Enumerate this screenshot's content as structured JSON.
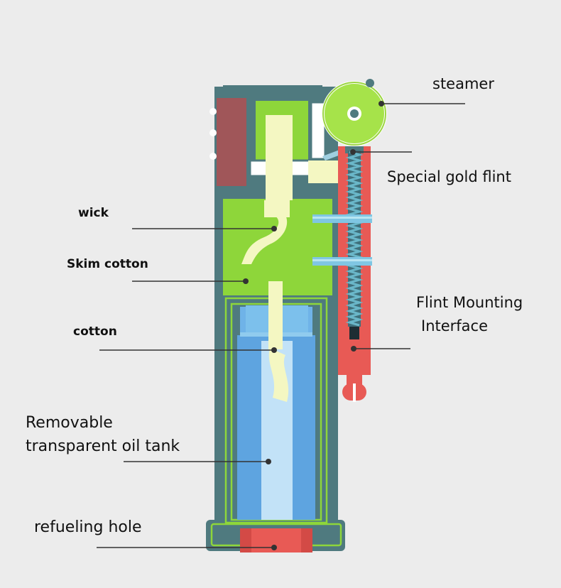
{
  "labels": {
    "steamer": "steamer",
    "gold_flint": "Special gold flint",
    "wick": "wick",
    "skim_cotton": "Skim cotton",
    "cotton": "cotton",
    "flint_mount_line1": "Flint Mounting",
    "flint_mount_line2": "Interface",
    "oil_tank_line1": "Removable",
    "oil_tank_line2": "transparent oil tank",
    "refuel_hole": "refueling hole"
  },
  "colors": {
    "background": "#ececec",
    "shell": "#4f7a7f",
    "green_cotton": "#8ed63a",
    "wick": "#f4f7c2",
    "oil_tank": "#6fb3e8",
    "flint_red": "#e85a55",
    "wheel_green": "#a6e34a",
    "spring": "#6ab7c9"
  }
}
